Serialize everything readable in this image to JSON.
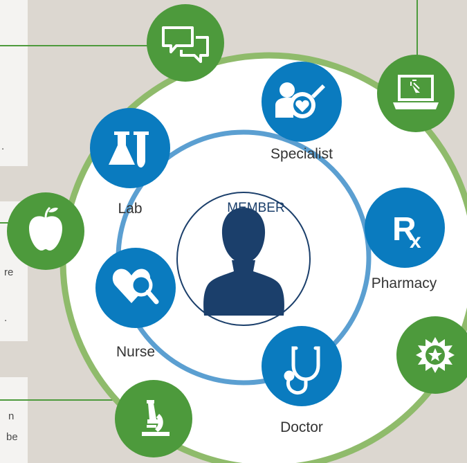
{
  "center": {
    "label": "MEMBER"
  },
  "care_team": [
    {
      "name": "Specialist",
      "icon": "specialist-heart-icon"
    },
    {
      "name": "Pharmacy",
      "icon": "rx-icon"
    },
    {
      "name": "Doctor",
      "icon": "stethoscope-icon"
    },
    {
      "name": "Nurse",
      "icon": "heart-magnifier-icon"
    },
    {
      "name": "Lab",
      "icon": "flask-testtube-icon"
    }
  ],
  "outer_icons": [
    {
      "icon": "chat-bubbles-icon"
    },
    {
      "icon": "laptop-click-icon"
    },
    {
      "icon": "apple-icon"
    },
    {
      "icon": "star-badge-icon"
    },
    {
      "icon": "microscope-icon"
    }
  ],
  "side_panels": [
    {
      "text_fragments": [
        "."
      ]
    },
    {
      "text_fragments": [
        "re",
        "."
      ]
    },
    {
      "text_fragments": [
        "n",
        "be"
      ]
    }
  ],
  "colors": {
    "background": "#dcd7d0",
    "panel": "#f4f3f1",
    "outer_ring": "#8fbb6b",
    "inner_ring": "#5b9fd1",
    "care_team_blue": "#0a7bbf",
    "outer_icon_green": "#4d9a3c",
    "member_navy": "#1b3f6b"
  }
}
